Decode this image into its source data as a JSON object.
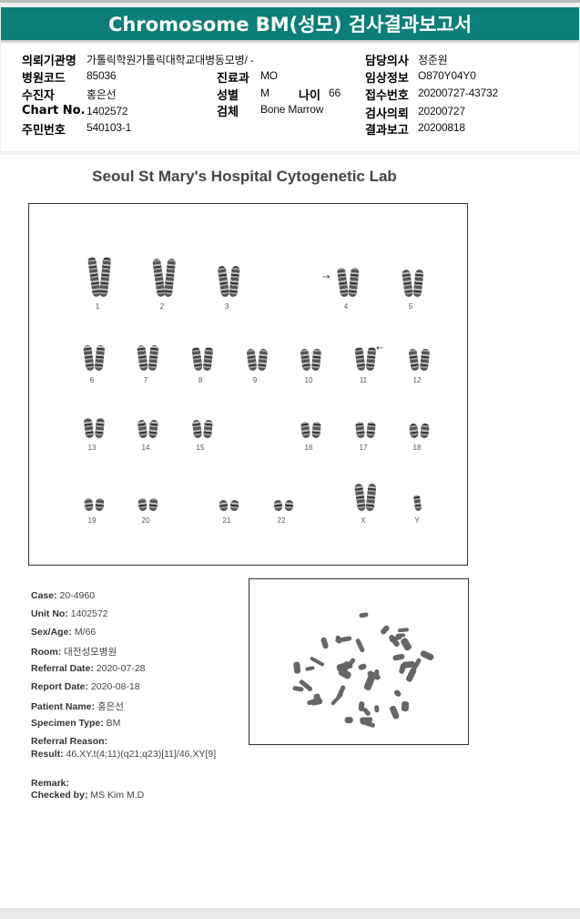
{
  "header": {
    "title": "Chromosome BM(성모) 검사결과보고서"
  },
  "info": {
    "institution_label": "의뢰기관명",
    "institution": "가톨릭학원가톨릭대학교대병동모병/ -",
    "doctor_label": "담당의사",
    "doctor": "정준원",
    "hospital_code_label": "병원코드",
    "hospital_code": "85036",
    "dept_label": "진료과",
    "dept": "MO",
    "clinical_label": "임상정보",
    "clinical": "O870Y04Y0",
    "patient_label": "수진자",
    "patient": "홍은선",
    "sex_label": "성별",
    "sex": "M",
    "age_label": "나이",
    "age": "66",
    "receipt_label": "접수번호",
    "receipt": "20200727-43732",
    "chart_label": "Chart No.",
    "chart": "1402572",
    "specimen_label": "검체",
    "specimen": "Bone Marrow",
    "request_label": "검사의뢰",
    "request": "20200727",
    "resident_label": "주민번호",
    "resident": "540103-1",
    "result_label": "결과보고",
    "result": "20200818"
  },
  "report": {
    "lab_title": "Seoul St Mary's Hospital Cytogenetic Lab",
    "chromosomes": [
      "1",
      "2",
      "3",
      "4",
      "5",
      "6",
      "7",
      "8",
      "9",
      "10",
      "11",
      "12",
      "13",
      "14",
      "15",
      "16",
      "17",
      "18",
      "19",
      "20",
      "21",
      "22",
      "X",
      "Y"
    ],
    "fields": [
      {
        "label": "Case:",
        "value": "20-4960"
      },
      {
        "label": "Unit No:",
        "value": "1402572"
      },
      {
        "label": "Sex/Age:",
        "value": "M/66"
      },
      {
        "label": "Room:",
        "value": "대전성모병원"
      },
      {
        "label": "Referral Date:",
        "value": "2020-07-28"
      },
      {
        "label": "Report Date:",
        "value": "2020-08-18"
      },
      {
        "label": "Patient Name:",
        "value": "홍은선"
      },
      {
        "label": "Specimen Type:",
        "value": "BM"
      },
      {
        "label": "Referral Reason:",
        "value": ""
      },
      {
        "label": "Result:",
        "value": "46,XY,t(4;11)(q21;q23)[11]/46,XY[9]"
      },
      {
        "label": "Remark:",
        "value": ""
      },
      {
        "label": "Checked by;",
        "value": "MS Kim  M.D"
      }
    ]
  }
}
